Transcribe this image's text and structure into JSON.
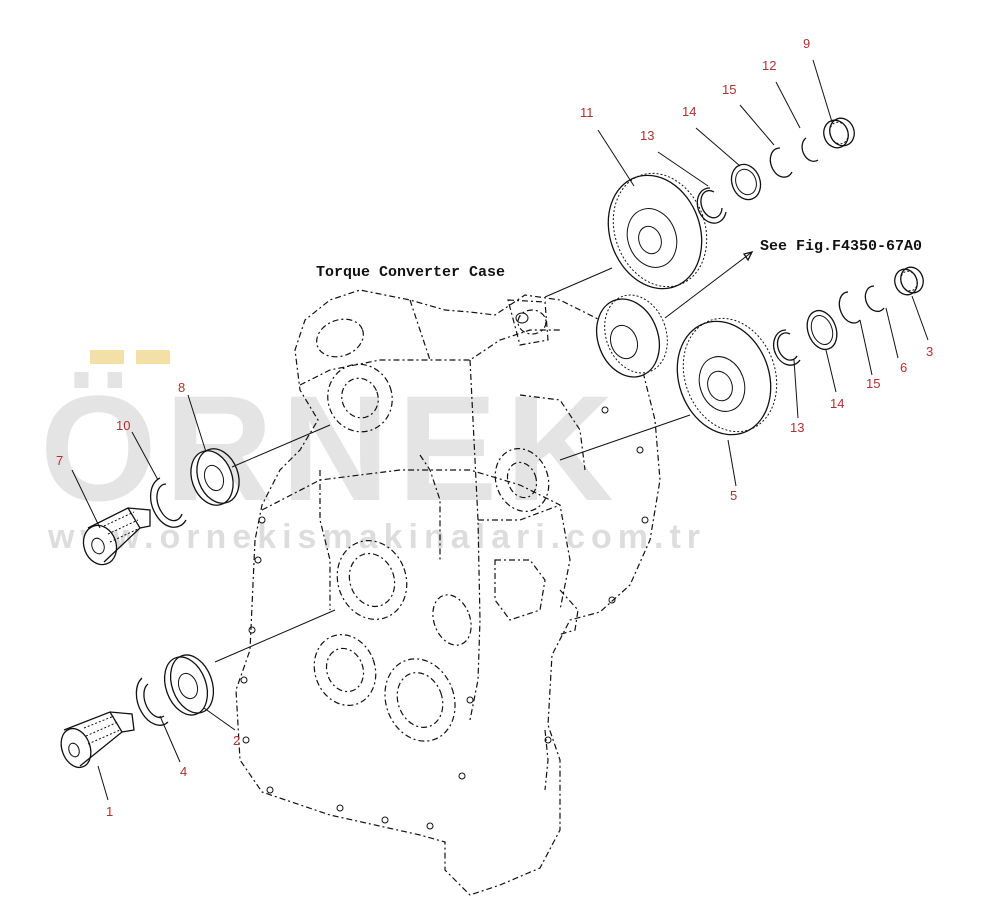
{
  "diagram": {
    "captions": {
      "case_label": "Torque Converter Case",
      "reference": "See Fig.F4350-67A0"
    },
    "callouts": [
      "9",
      "12",
      "15",
      "11",
      "14",
      "13",
      "3",
      "6",
      "15",
      "14",
      "13",
      "5",
      "8",
      "10",
      "7",
      "2",
      "4",
      "1"
    ],
    "watermark": {
      "brand": "ÖRNEK",
      "url": "www.ornekismakinalari.com.tr"
    }
  }
}
